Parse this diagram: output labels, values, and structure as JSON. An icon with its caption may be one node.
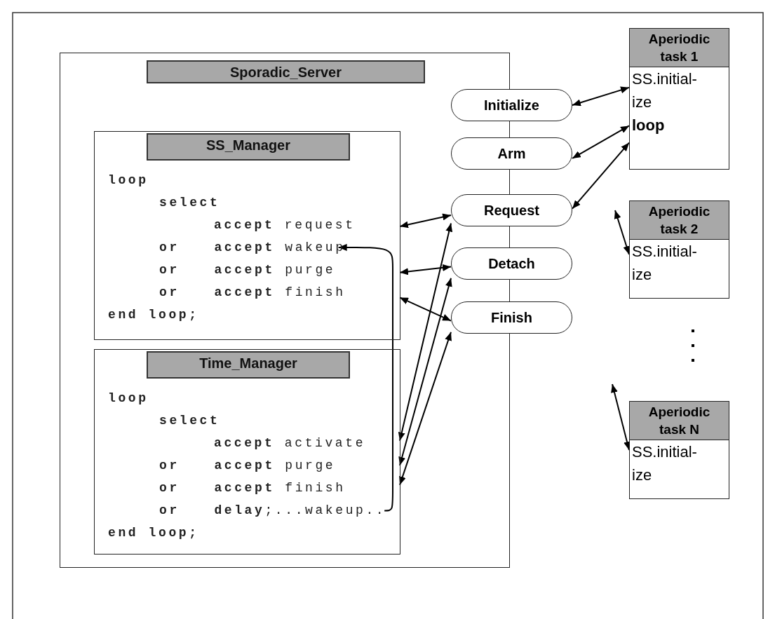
{
  "diagram": {
    "nodes": [
      {
        "text": [
          "Sporadic_Server"
        ]
      },
      {
        "text": [
          "SS_Manager",
          "loop",
          "select",
          "**accept** request",
          "**or** **accept** wakeup",
          "**or** **accept** purge",
          "**or** **accept** finish",
          "end loop;"
        ],
        "in": 0
      },
      {
        "text": [
          "Time_Manager",
          "loop",
          "select",
          "**accept** activate",
          "**or** **accept** purge",
          "**or** **accept** finish",
          "**or** **delay**;...wakeup..",
          "end loop;"
        ],
        "in": 0
      },
      {
        "text": [
          "Initialize"
        ]
      },
      {
        "text": [
          "Arm"
        ]
      },
      {
        "text": [
          "Request"
        ]
      },
      {
        "text": [
          "Detach"
        ]
      },
      {
        "text": [
          "Finish"
        ]
      },
      {
        "text": [
          "Aperiodic task 1",
          "SS.initial-ize",
          "loop"
        ]
      },
      {
        "text": [
          "Aperiodic task 2",
          "SS.initial-ize"
        ]
      },
      {
        "text": [
          "Aperiodic task N",
          "SS.initial-ize"
        ]
      }
    ],
    "edges": [
      {
        "from": 3,
        "to": 8,
        "arrow": "both"
      },
      {
        "from": 4,
        "to": 8,
        "arrow": "both"
      },
      {
        "from": 5,
        "to": 8,
        "arrow": "both"
      },
      {
        "from": 5,
        "to": 1,
        "arrow": "both"
      },
      {
        "from": 6,
        "to": 1,
        "arrow": "both"
      },
      {
        "from": 7,
        "to": 1,
        "arrow": "both"
      },
      {
        "from": 5,
        "to": 2,
        "arrow": "both"
      },
      {
        "from": 6,
        "to": 2,
        "arrow": "both"
      },
      {
        "from": 7,
        "to": 2,
        "arrow": "both"
      },
      {
        "from": 2,
        "to": 1,
        "arrow": "to"
      },
      {
        "from": null,
        "to": 9,
        "arrow": "both"
      },
      {
        "from": null,
        "to": 10,
        "arrow": "both"
      }
    ]
  }
}
